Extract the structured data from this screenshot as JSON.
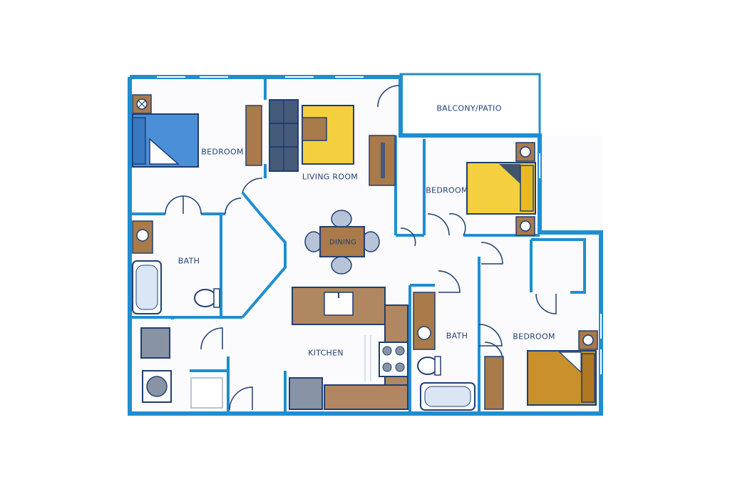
{
  "colors": {
    "wall": "#1f8ed1",
    "wood": "#a97a4a",
    "counter": "#b08760",
    "yellow": "#f4d03f",
    "blue_bed": "#4b8fd8",
    "gold_bed": "#c9902b",
    "appliance": "#8893a6",
    "label": "#1f3f73"
  },
  "rooms": {
    "bedroom_left": "BEDROOM",
    "living_room": "LIVING ROOM",
    "balcony": "BALCONY/PATIO",
    "bedroom_mid": "BEDROOM",
    "dining": "DINING",
    "bath_left": "BATH",
    "kitchen": "KITCHEN",
    "bath_right": "BATH",
    "bedroom_right": "BEDROOM"
  }
}
